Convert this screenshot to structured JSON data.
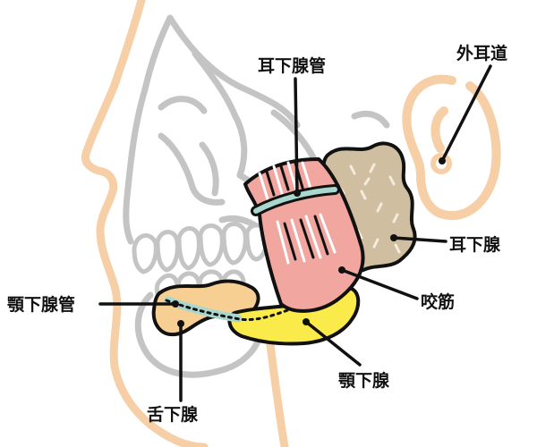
{
  "labels": {
    "external_ear_canal": "外耳道",
    "parotid_duct": "耳下腺管",
    "parotid_gland": "耳下腺",
    "masseter": "咬筋",
    "submandibular_duct": "顎下腺管",
    "submandibular_gland": "顎下腺",
    "sublingual_gland": "舌下腺"
  },
  "colors": {
    "skin_outline": "#f6cfa6",
    "skull_outline": "#c4c4c4",
    "masseter_fill": "#f2a6a0",
    "parotid_fill": "#cfbea0",
    "submandibular_fill": "#fbeb4a",
    "sublingual_fill": "#f8cf92",
    "duct_color": "#a9d6cd",
    "label_color": "#111111"
  }
}
